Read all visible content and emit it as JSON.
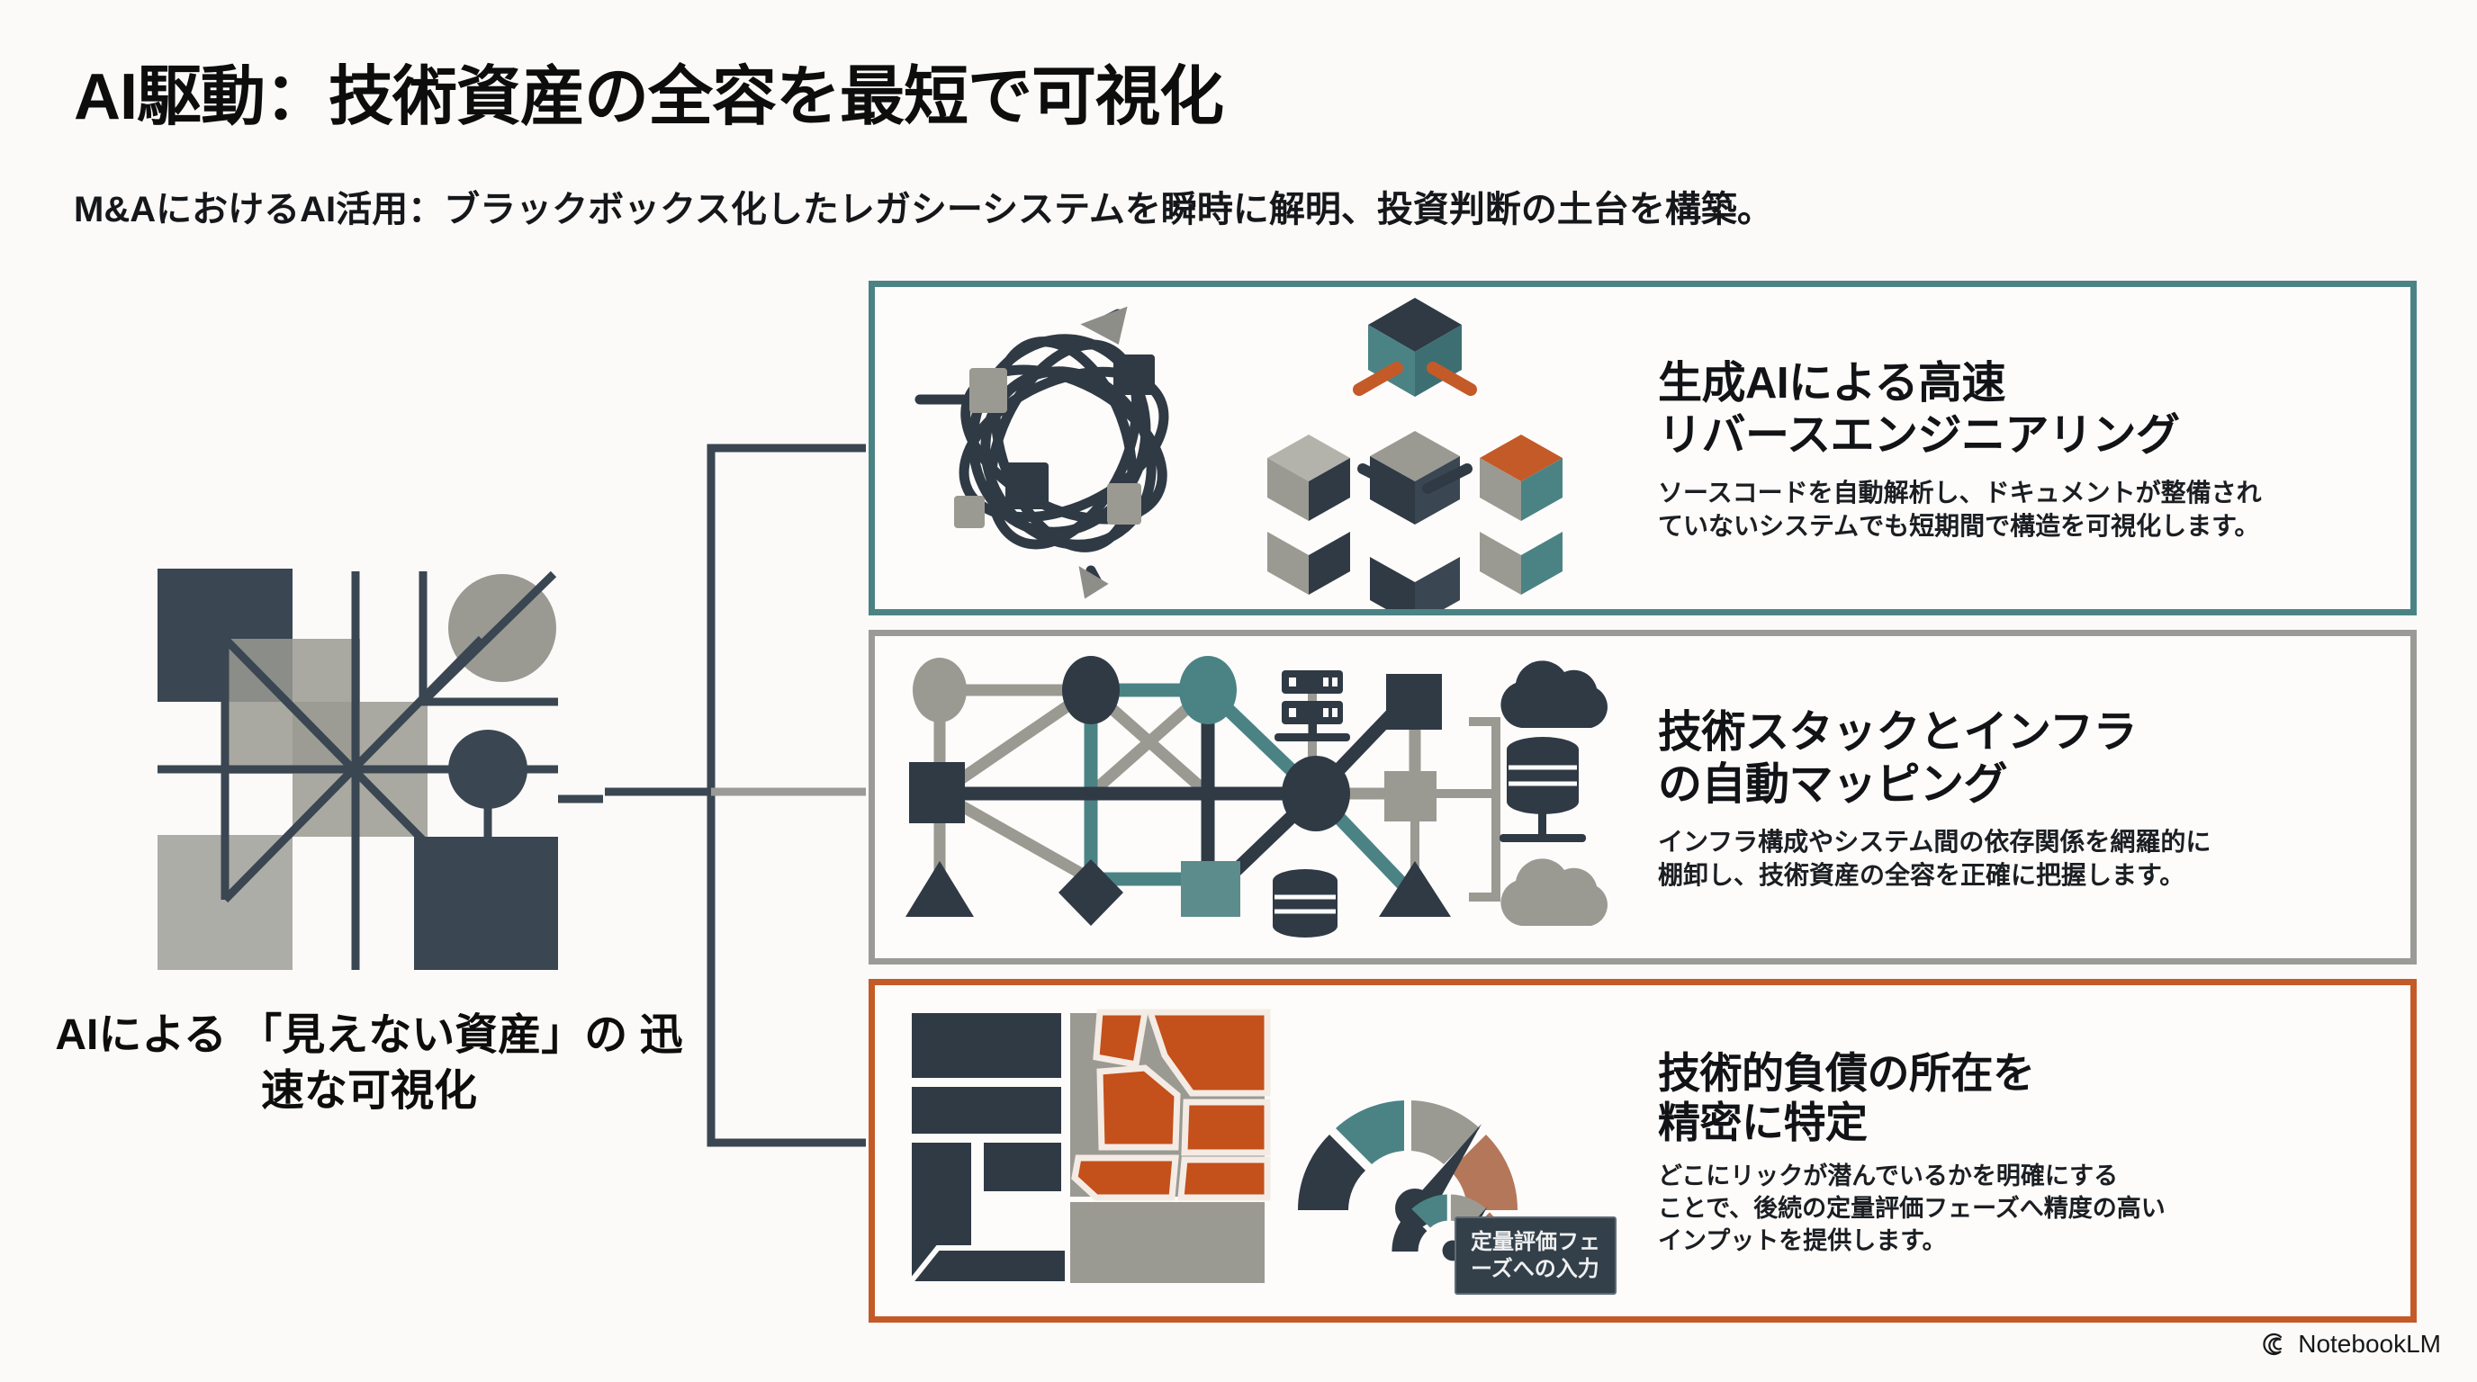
{
  "header": {
    "title": "AI駆動：技術資産の全容を最短で可視化",
    "subtitle": "M&AにおけるAI活用：ブラックボックス化したレガシーシステムを瞬時に解明、投資判断の土台を構築。"
  },
  "hero": {
    "label": "AIによる\n「見えない資産」の\n迅速な可視化",
    "diagram_name": "abstract-geometric-assets-diagram"
  },
  "cards": [
    {
      "heading": "生成AIによる高速\nリバースエンジニアリング",
      "description": "ソースコードを自動解析し、ドキュメントが整備され\nていないシステムでも短期間で構造を可視化します。",
      "accent": "#4b8385",
      "art_name": "tangled-threads-and-isometric-cube-illustration"
    },
    {
      "heading": "技術スタックとインフラ\nの自動マッピング",
      "description": "インフラ構成やシステム間の依存関係を網羅的に\n棚卸し、技術資産の全容を正確に把握します。",
      "accent": "#9a9a96",
      "art_name": "network-topology-infrastructure-illustration"
    },
    {
      "heading": "技術的負債の所在を\n精密に特定",
      "description": "どこにリックが潜んでいるかを明確にする\nことで、後続の定量評価フェーズへ精度の高い\nインプットを提供します。",
      "accent": "#c45a28",
      "art_name": "cracked-blocks-and-gauges-illustration",
      "badge": "定量評価フェ\nーズへの入力"
    }
  ],
  "watermark": {
    "label": "NotebookLM",
    "icon": "notebooklm-spiral-icon"
  },
  "palette": {
    "background": "#fbfaf8",
    "ink": "#0d0d0d",
    "slate": "#3a4651",
    "slate_dark": "#2f3a45",
    "gray": "#9a9a93",
    "teal": "#4b8385",
    "orange": "#c45a28",
    "tan": "#b5775a"
  }
}
